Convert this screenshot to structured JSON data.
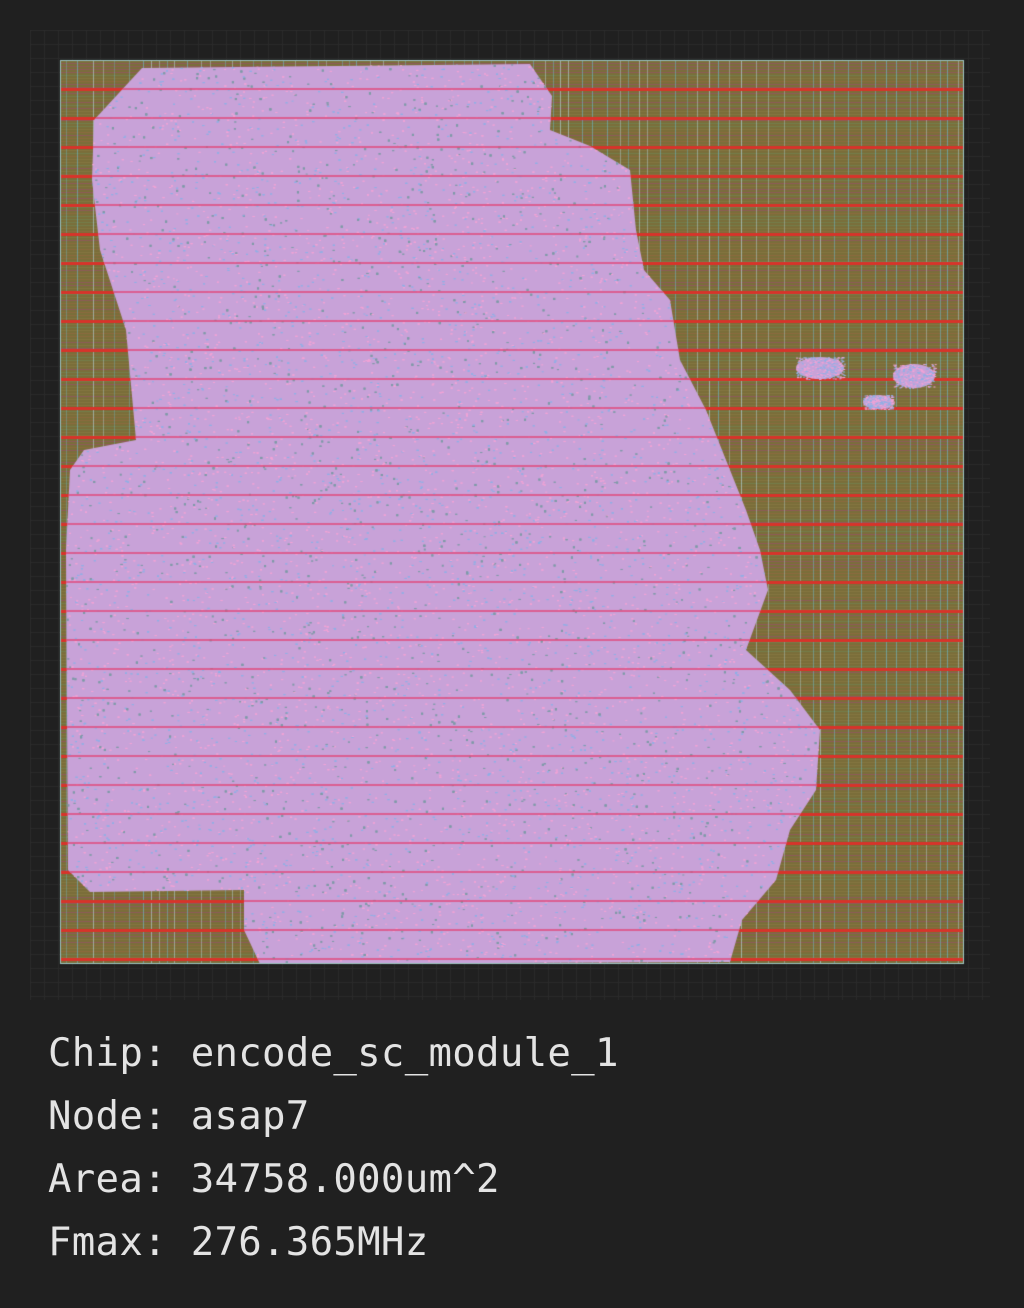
{
  "layout_render": {
    "colors": {
      "background": "#202020",
      "die_fill": "#7a6e3a",
      "power_rail": "#d8332a",
      "metal_rail": "#a04a73",
      "vertical_route": "#6fb7c8",
      "cell_fill": "#c8a2d8",
      "cell_speckle_pink": "#f2a3d6",
      "cell_speckle_blue": "#8fb0e6",
      "grid": "#2a2a2a"
    }
  },
  "info": {
    "chip_label": "Chip: ",
    "chip_value": "encode_sc_module_1",
    "node_label": "Node: ",
    "node_value": "asap7",
    "area_label": "Area: ",
    "area_value": "34758.000um^2",
    "fmax_label": "Fmax: ",
    "fmax_value": "276.365MHz"
  }
}
